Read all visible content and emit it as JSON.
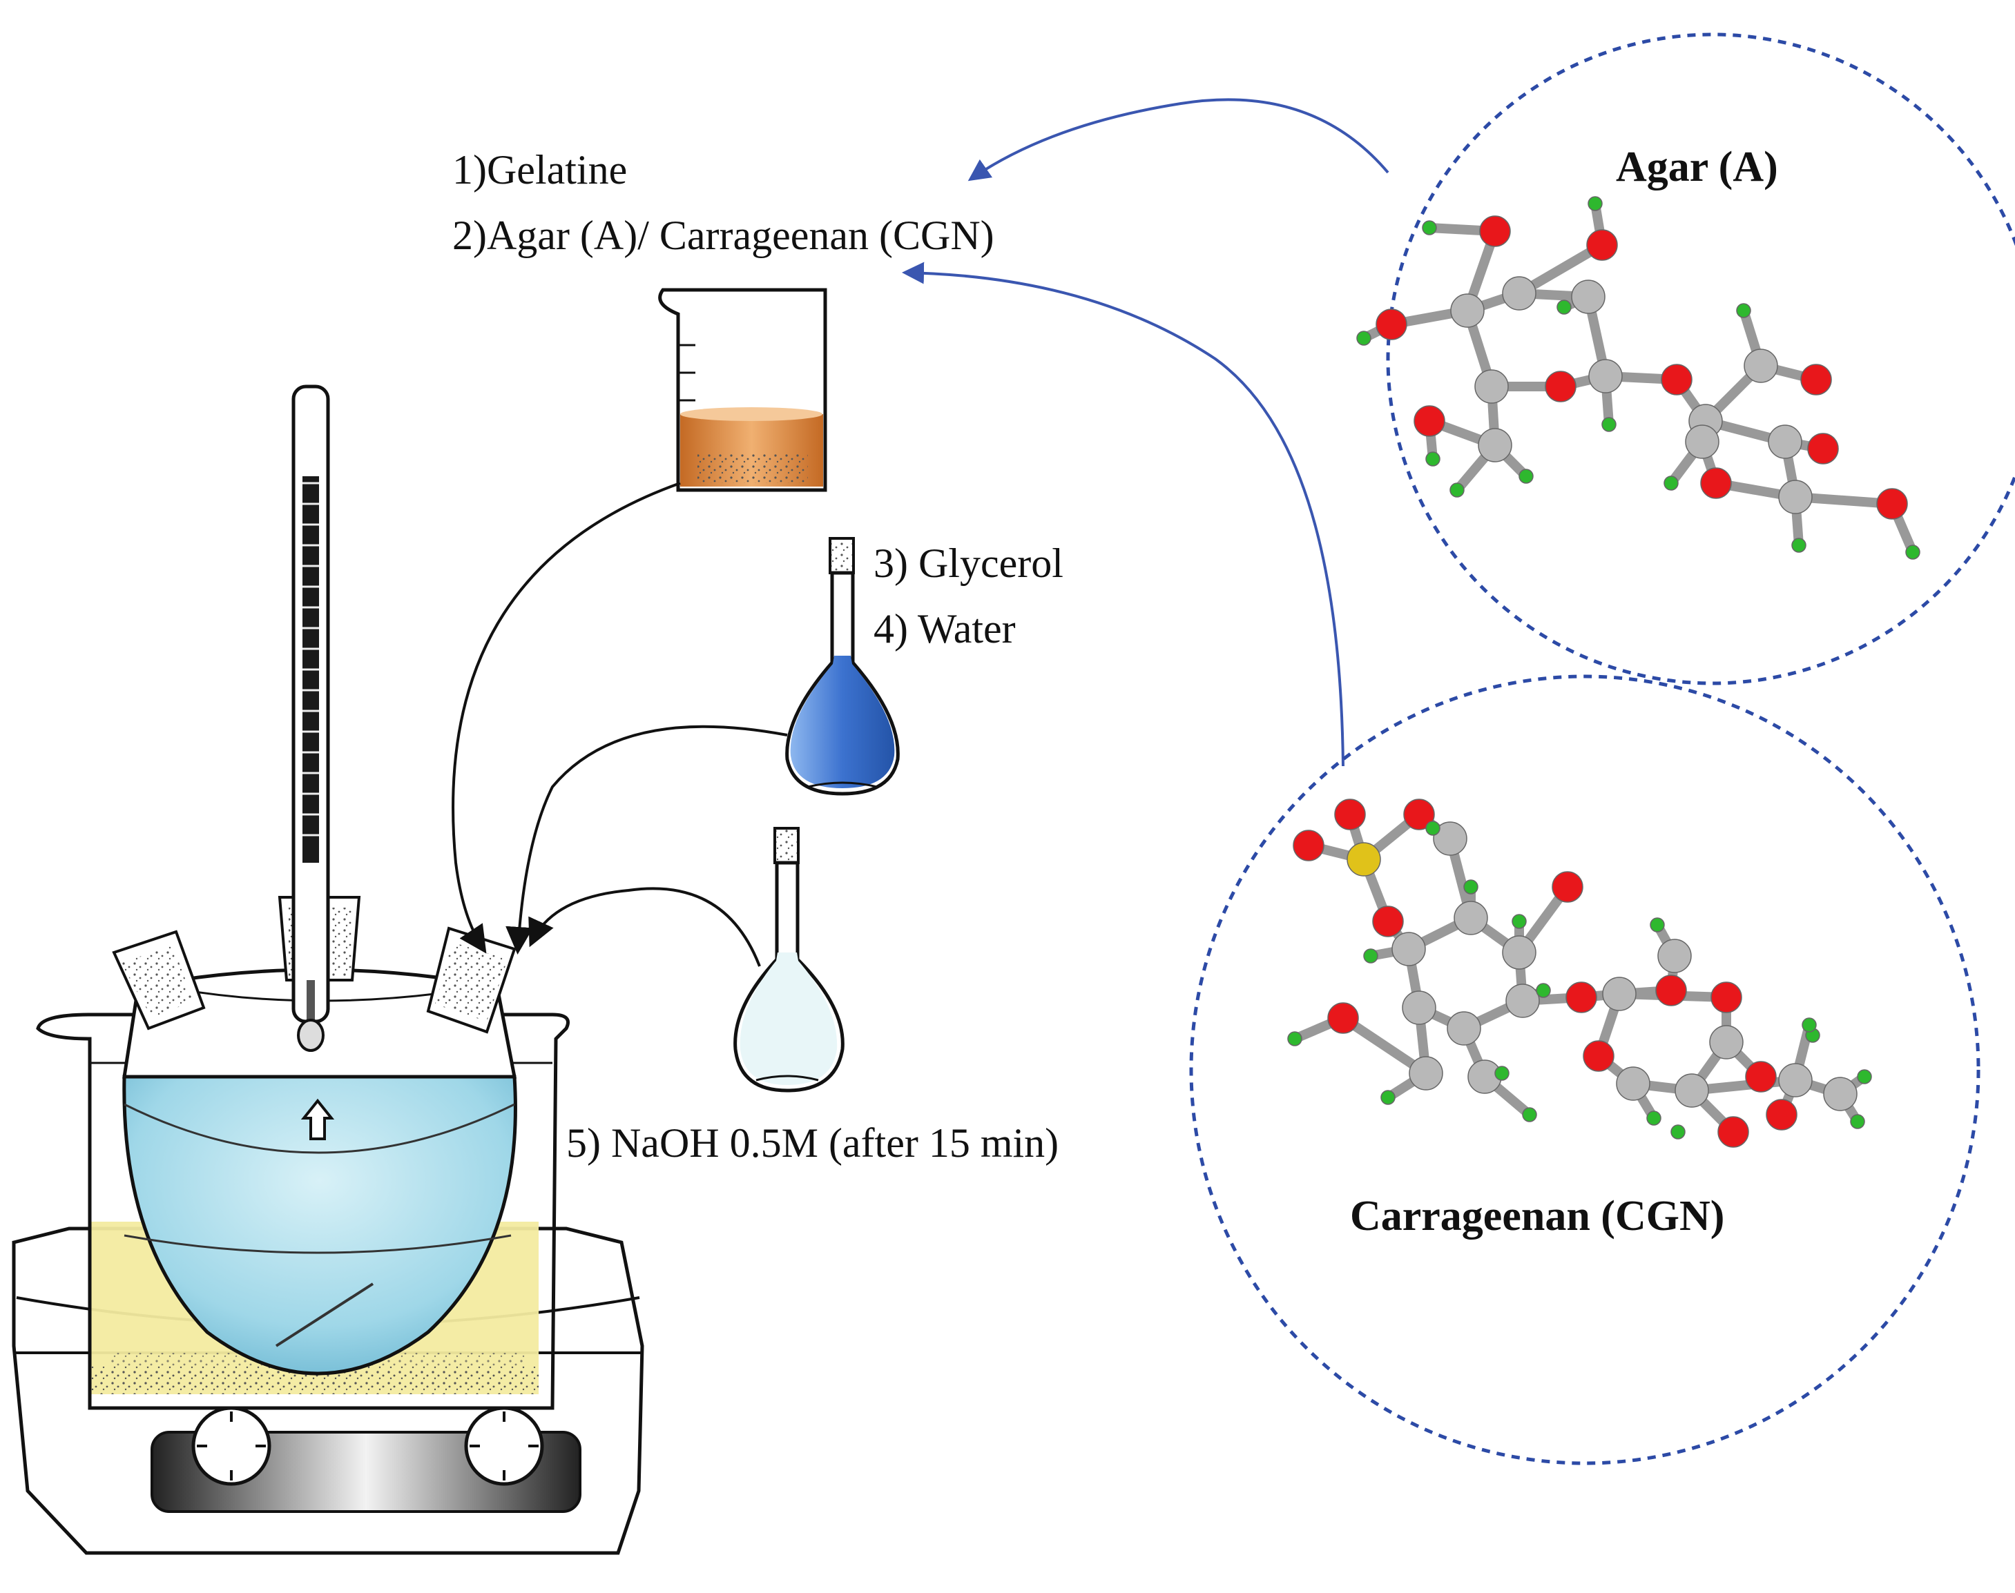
{
  "steps": {
    "s1": "1)Gelatine",
    "s2": "2)Agar (A)/ Carrageenan (CGN)",
    "s3": "3) Glycerol",
    "s4": "4) Water",
    "s5": "5) NaOH 0.5M (after 15 min)"
  },
  "molecules": {
    "agar": {
      "title": "Agar (A)"
    },
    "carrageenan": {
      "title": "Carrageenan (CGN)"
    }
  },
  "atom_colors": {
    "oxygen": "#e8171b",
    "carbon": "#b8b8b8",
    "hydrogen": "#2eb82e",
    "sulfur": "#e0c21a"
  },
  "colors": {
    "circle_outline": "#2c4aa6",
    "curve_arrow": "#3a56b0",
    "gel_solution": "#d98a3e",
    "blue_liquid": "#4a7fd1",
    "bath_liquid": "#f3eba0",
    "flask_liquid": "#a9dbe8"
  }
}
